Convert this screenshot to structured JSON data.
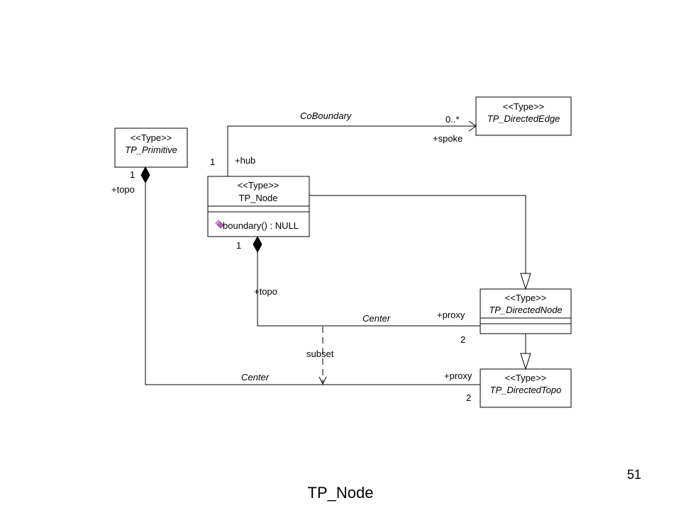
{
  "classes": {
    "primitive": {
      "stereotype": "<<Type>>",
      "name": "TP_Primitive"
    },
    "directed_edge": {
      "stereotype": "<<Type>>",
      "name": "TP_DirectedEdge"
    },
    "node": {
      "stereotype": "<<Type>>",
      "name": "TP_Node",
      "operation": "boundary() : NULL"
    },
    "directed_node": {
      "stereotype": "<<Type>>",
      "name": "TP_DirectedNode"
    },
    "directed_topo": {
      "stereotype": "<<Type>>",
      "name": "TP_DirectedTopo"
    }
  },
  "associations": {
    "coboundary": {
      "name": "CoBoundary",
      "hub_role": "+hub",
      "hub_mult": "1",
      "spoke_role": "+spoke",
      "spoke_mult": "0..*"
    },
    "center_node": {
      "name": "Center",
      "topo_role": "+topo",
      "topo_mult": "1",
      "proxy_role": "+proxy",
      "proxy_mult": "2"
    },
    "center_primitive": {
      "name": "Center",
      "topo_role": "+topo",
      "topo_mult": "1",
      "proxy_role": "+proxy",
      "proxy_mult": "2"
    },
    "subset": {
      "label": "subset"
    }
  },
  "slide": {
    "page_number": "51",
    "title": "TP_Node"
  }
}
